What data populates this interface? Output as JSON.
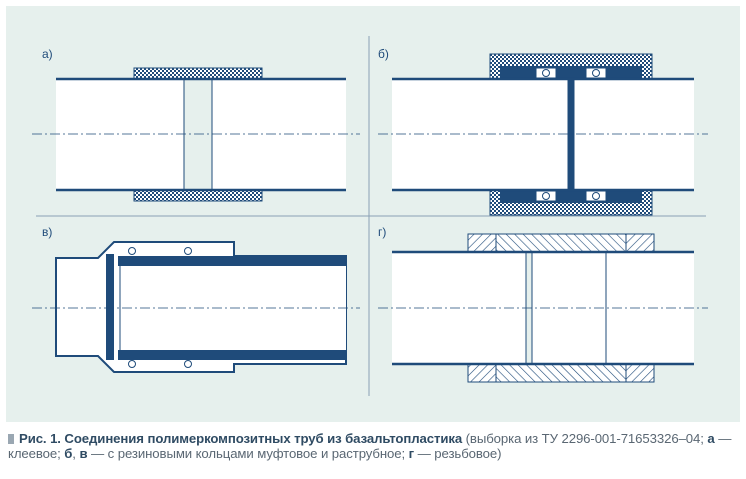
{
  "figure": {
    "panels": [
      {
        "id": "a",
        "label": "а)"
      },
      {
        "id": "b",
        "label": "б)"
      },
      {
        "id": "v",
        "label": "в)"
      },
      {
        "id": "g",
        "label": "г)"
      }
    ],
    "colors": {
      "background": "#e6f0ed",
      "line": "#1f4b7a",
      "pipe_fill": "#ffffff",
      "divider": "#8aa0b5"
    }
  },
  "caption": {
    "title": "Рис. 1. Соединения полимеркомпозитных труб из базальтопластика",
    "text1": " (выборка из ТУ 2296-001-71653326–04; ",
    "a": "а",
    "a_desc": " — клеевое; ",
    "b": "б",
    "sep": ", ",
    "v": "в",
    "bv_desc": " — с резиновыми кольцами муфтовое и раструбное; ",
    "g": "г",
    "g_desc": " — резьбовое)"
  }
}
